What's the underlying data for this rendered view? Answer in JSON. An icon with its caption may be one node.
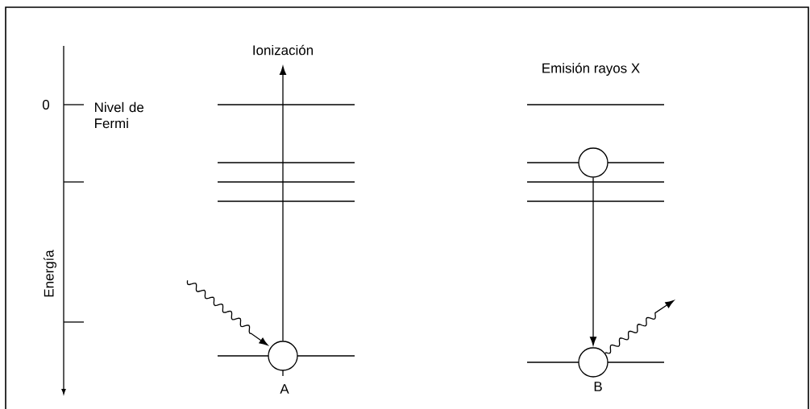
{
  "diagram": {
    "nodes": [
      {
        "text": [],
        "shape": "circle",
        "beside": [
          "A"
        ]
      },
      {
        "text": [],
        "shape": "circle"
      },
      {
        "text": [],
        "shape": "circle",
        "beside": [
          "B"
        ]
      }
    ],
    "edges": [
      {
        "from": 0,
        "to": null,
        "arrow": "to"
      },
      {
        "from": null,
        "to": 0,
        "arrow": "to"
      },
      {
        "from": 1,
        "to": 2,
        "arrow": "to"
      },
      {
        "from": 2,
        "to": null,
        "arrow": "to"
      }
    ],
    "labels": [
      "Ionización",
      "Emisión rayos X",
      "0",
      "Nivel de Fermi",
      "Energía"
    ]
  }
}
